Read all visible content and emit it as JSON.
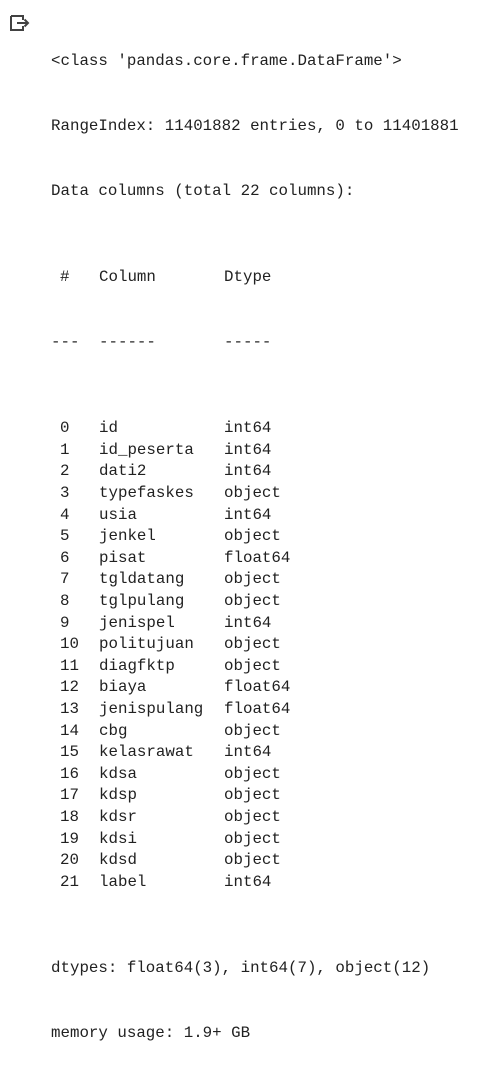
{
  "output": {
    "icon": "output-redirect-icon",
    "class_line": "<class 'pandas.core.frame.DataFrame'>",
    "range_index": "RangeIndex: 11401882 entries, 0 to 11401881",
    "data_columns": "Data columns (total 22 columns):",
    "header": {
      "idx": "#",
      "column": "Column",
      "dtype": "Dtype"
    },
    "dashes": {
      "idx": "---",
      "column": "------",
      "dtype": "-----"
    },
    "rows": [
      {
        "idx": "0",
        "column": "id",
        "dtype": "int64"
      },
      {
        "idx": "1",
        "column": "id_peserta",
        "dtype": "int64"
      },
      {
        "idx": "2",
        "column": "dati2",
        "dtype": "int64"
      },
      {
        "idx": "3",
        "column": "typefaskes",
        "dtype": "object"
      },
      {
        "idx": "4",
        "column": "usia",
        "dtype": "int64"
      },
      {
        "idx": "5",
        "column": "jenkel",
        "dtype": "object"
      },
      {
        "idx": "6",
        "column": "pisat",
        "dtype": "float64"
      },
      {
        "idx": "7",
        "column": "tgldatang",
        "dtype": "object"
      },
      {
        "idx": "8",
        "column": "tglpulang",
        "dtype": "object"
      },
      {
        "idx": "9",
        "column": "jenispel",
        "dtype": "int64"
      },
      {
        "idx": "10",
        "column": "politujuan",
        "dtype": "object"
      },
      {
        "idx": "11",
        "column": "diagfktp",
        "dtype": "object"
      },
      {
        "idx": "12",
        "column": "biaya",
        "dtype": "float64"
      },
      {
        "idx": "13",
        "column": "jenispulang",
        "dtype": "float64"
      },
      {
        "idx": "14",
        "column": "cbg",
        "dtype": "object"
      },
      {
        "idx": "15",
        "column": "kelasrawat",
        "dtype": "int64"
      },
      {
        "idx": "16",
        "column": "kdsa",
        "dtype": "object"
      },
      {
        "idx": "17",
        "column": "kdsp",
        "dtype": "object"
      },
      {
        "idx": "18",
        "column": "kdsr",
        "dtype": "object"
      },
      {
        "idx": "19",
        "column": "kdsi",
        "dtype": "object"
      },
      {
        "idx": "20",
        "column": "kdsd",
        "dtype": "object"
      },
      {
        "idx": "21",
        "column": "label",
        "dtype": "int64"
      }
    ],
    "dtypes_summary": "dtypes: float64(3), int64(7), object(12)",
    "memory_usage": "memory usage: 1.9+ GB"
  }
}
